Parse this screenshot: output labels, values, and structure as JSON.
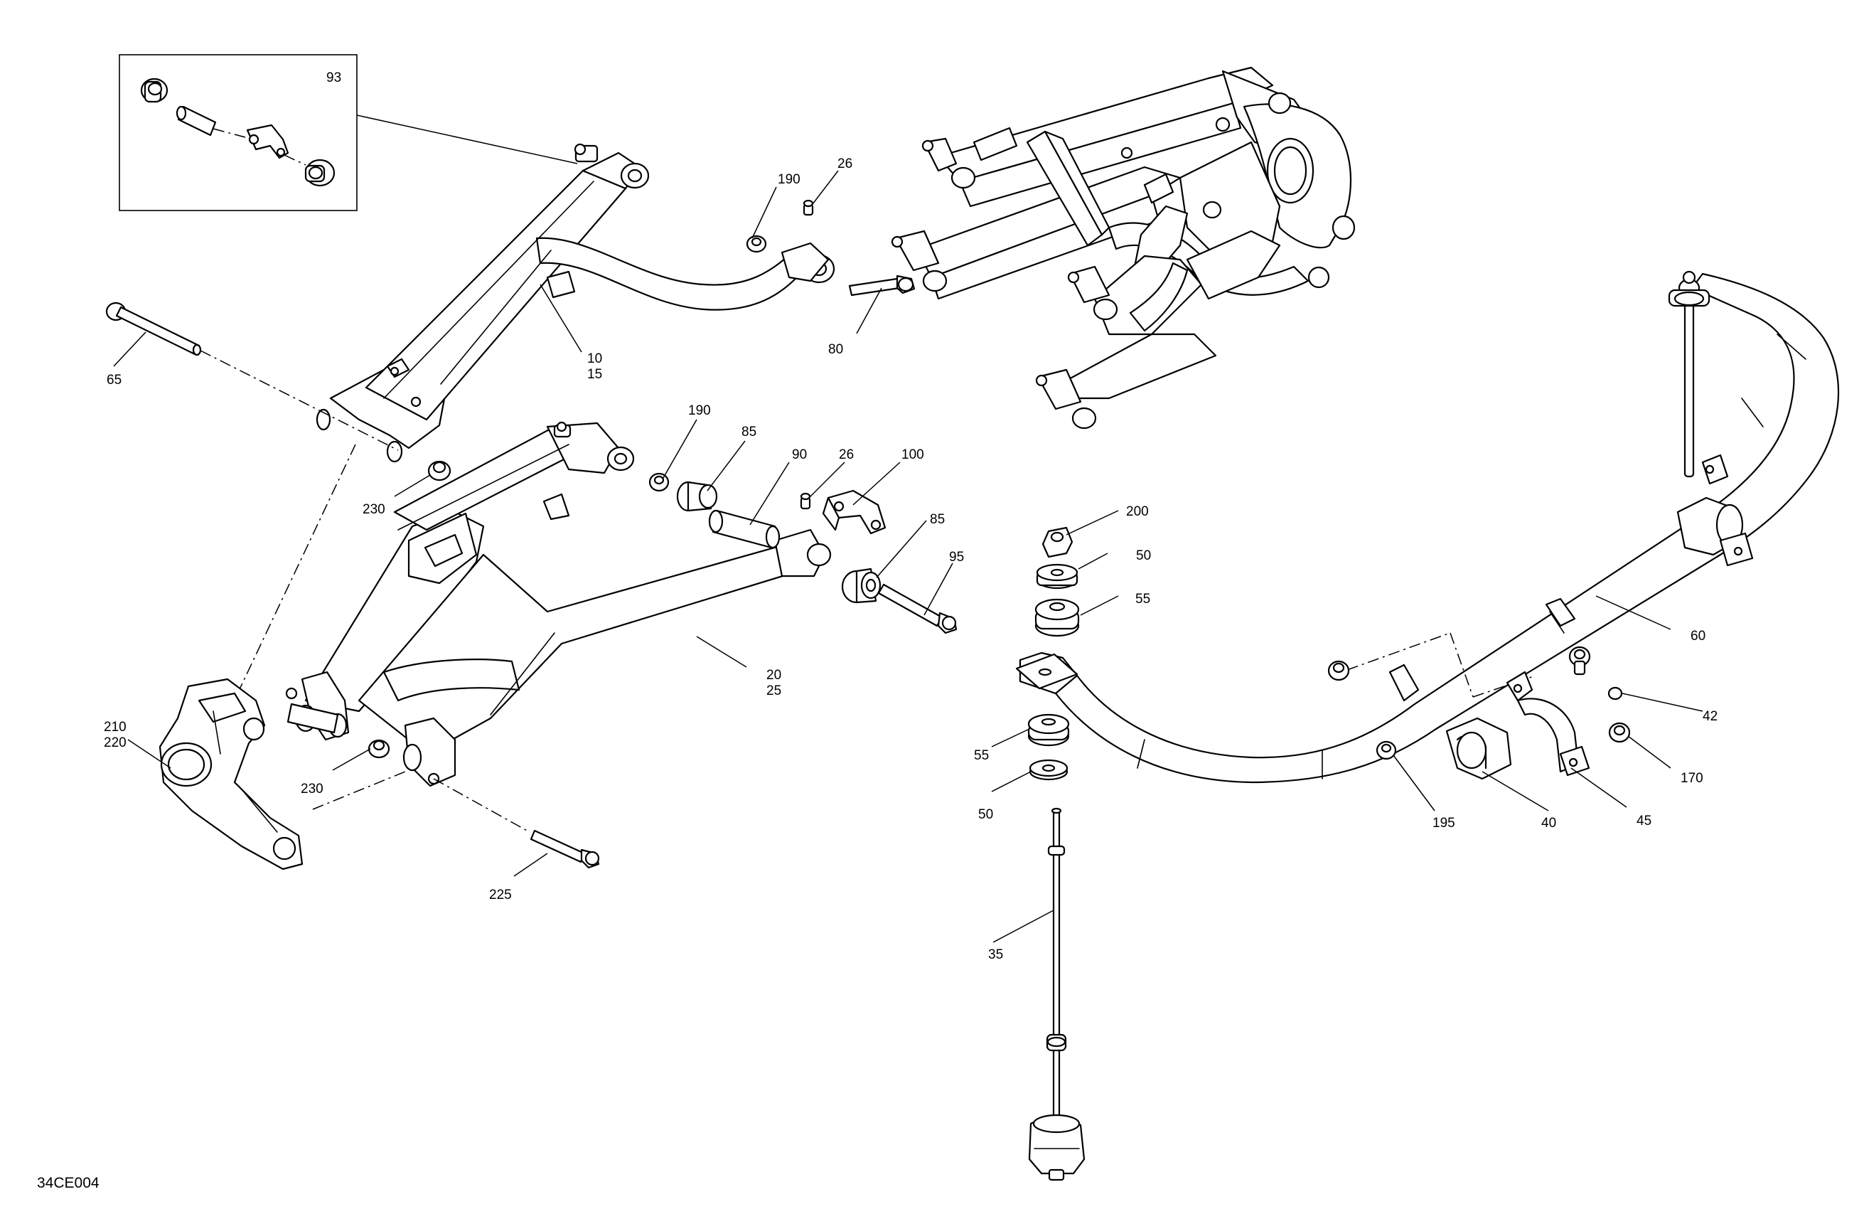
{
  "diagram": {
    "reference_code": "34CE004",
    "callouts": [
      {
        "id": "c93",
        "lines": [
          "93"
        ]
      },
      {
        "id": "c190a",
        "lines": [
          "190"
        ]
      },
      {
        "id": "c26a",
        "lines": [
          "26"
        ]
      },
      {
        "id": "c65",
        "lines": [
          "65"
        ]
      },
      {
        "id": "c10",
        "lines": [
          "10",
          "15"
        ]
      },
      {
        "id": "c80",
        "lines": [
          "80"
        ]
      },
      {
        "id": "c190b",
        "lines": [
          "190"
        ]
      },
      {
        "id": "c85a",
        "lines": [
          "85"
        ]
      },
      {
        "id": "c90",
        "lines": [
          "90"
        ]
      },
      {
        "id": "c26b",
        "lines": [
          "26"
        ]
      },
      {
        "id": "c100",
        "lines": [
          "100"
        ]
      },
      {
        "id": "c85b",
        "lines": [
          "85"
        ]
      },
      {
        "id": "c95",
        "lines": [
          "95"
        ]
      },
      {
        "id": "c230a",
        "lines": [
          "230"
        ]
      },
      {
        "id": "c20",
        "lines": [
          "20",
          "25"
        ]
      },
      {
        "id": "c210",
        "lines": [
          "210",
          "220"
        ]
      },
      {
        "id": "c230b",
        "lines": [
          "230"
        ]
      },
      {
        "id": "c225",
        "lines": [
          "225"
        ]
      },
      {
        "id": "c200",
        "lines": [
          "200"
        ]
      },
      {
        "id": "c50a",
        "lines": [
          "50"
        ]
      },
      {
        "id": "c55a",
        "lines": [
          "55"
        ]
      },
      {
        "id": "c55b",
        "lines": [
          "55"
        ]
      },
      {
        "id": "c50b",
        "lines": [
          "50"
        ]
      },
      {
        "id": "c35",
        "lines": [
          "35"
        ]
      },
      {
        "id": "c60",
        "lines": [
          "60"
        ]
      },
      {
        "id": "c42",
        "lines": [
          "42"
        ]
      },
      {
        "id": "c170",
        "lines": [
          "170"
        ]
      },
      {
        "id": "c195",
        "lines": [
          "195"
        ]
      },
      {
        "id": "c40",
        "lines": [
          "40"
        ]
      },
      {
        "id": "c45",
        "lines": [
          "45"
        ]
      }
    ]
  }
}
